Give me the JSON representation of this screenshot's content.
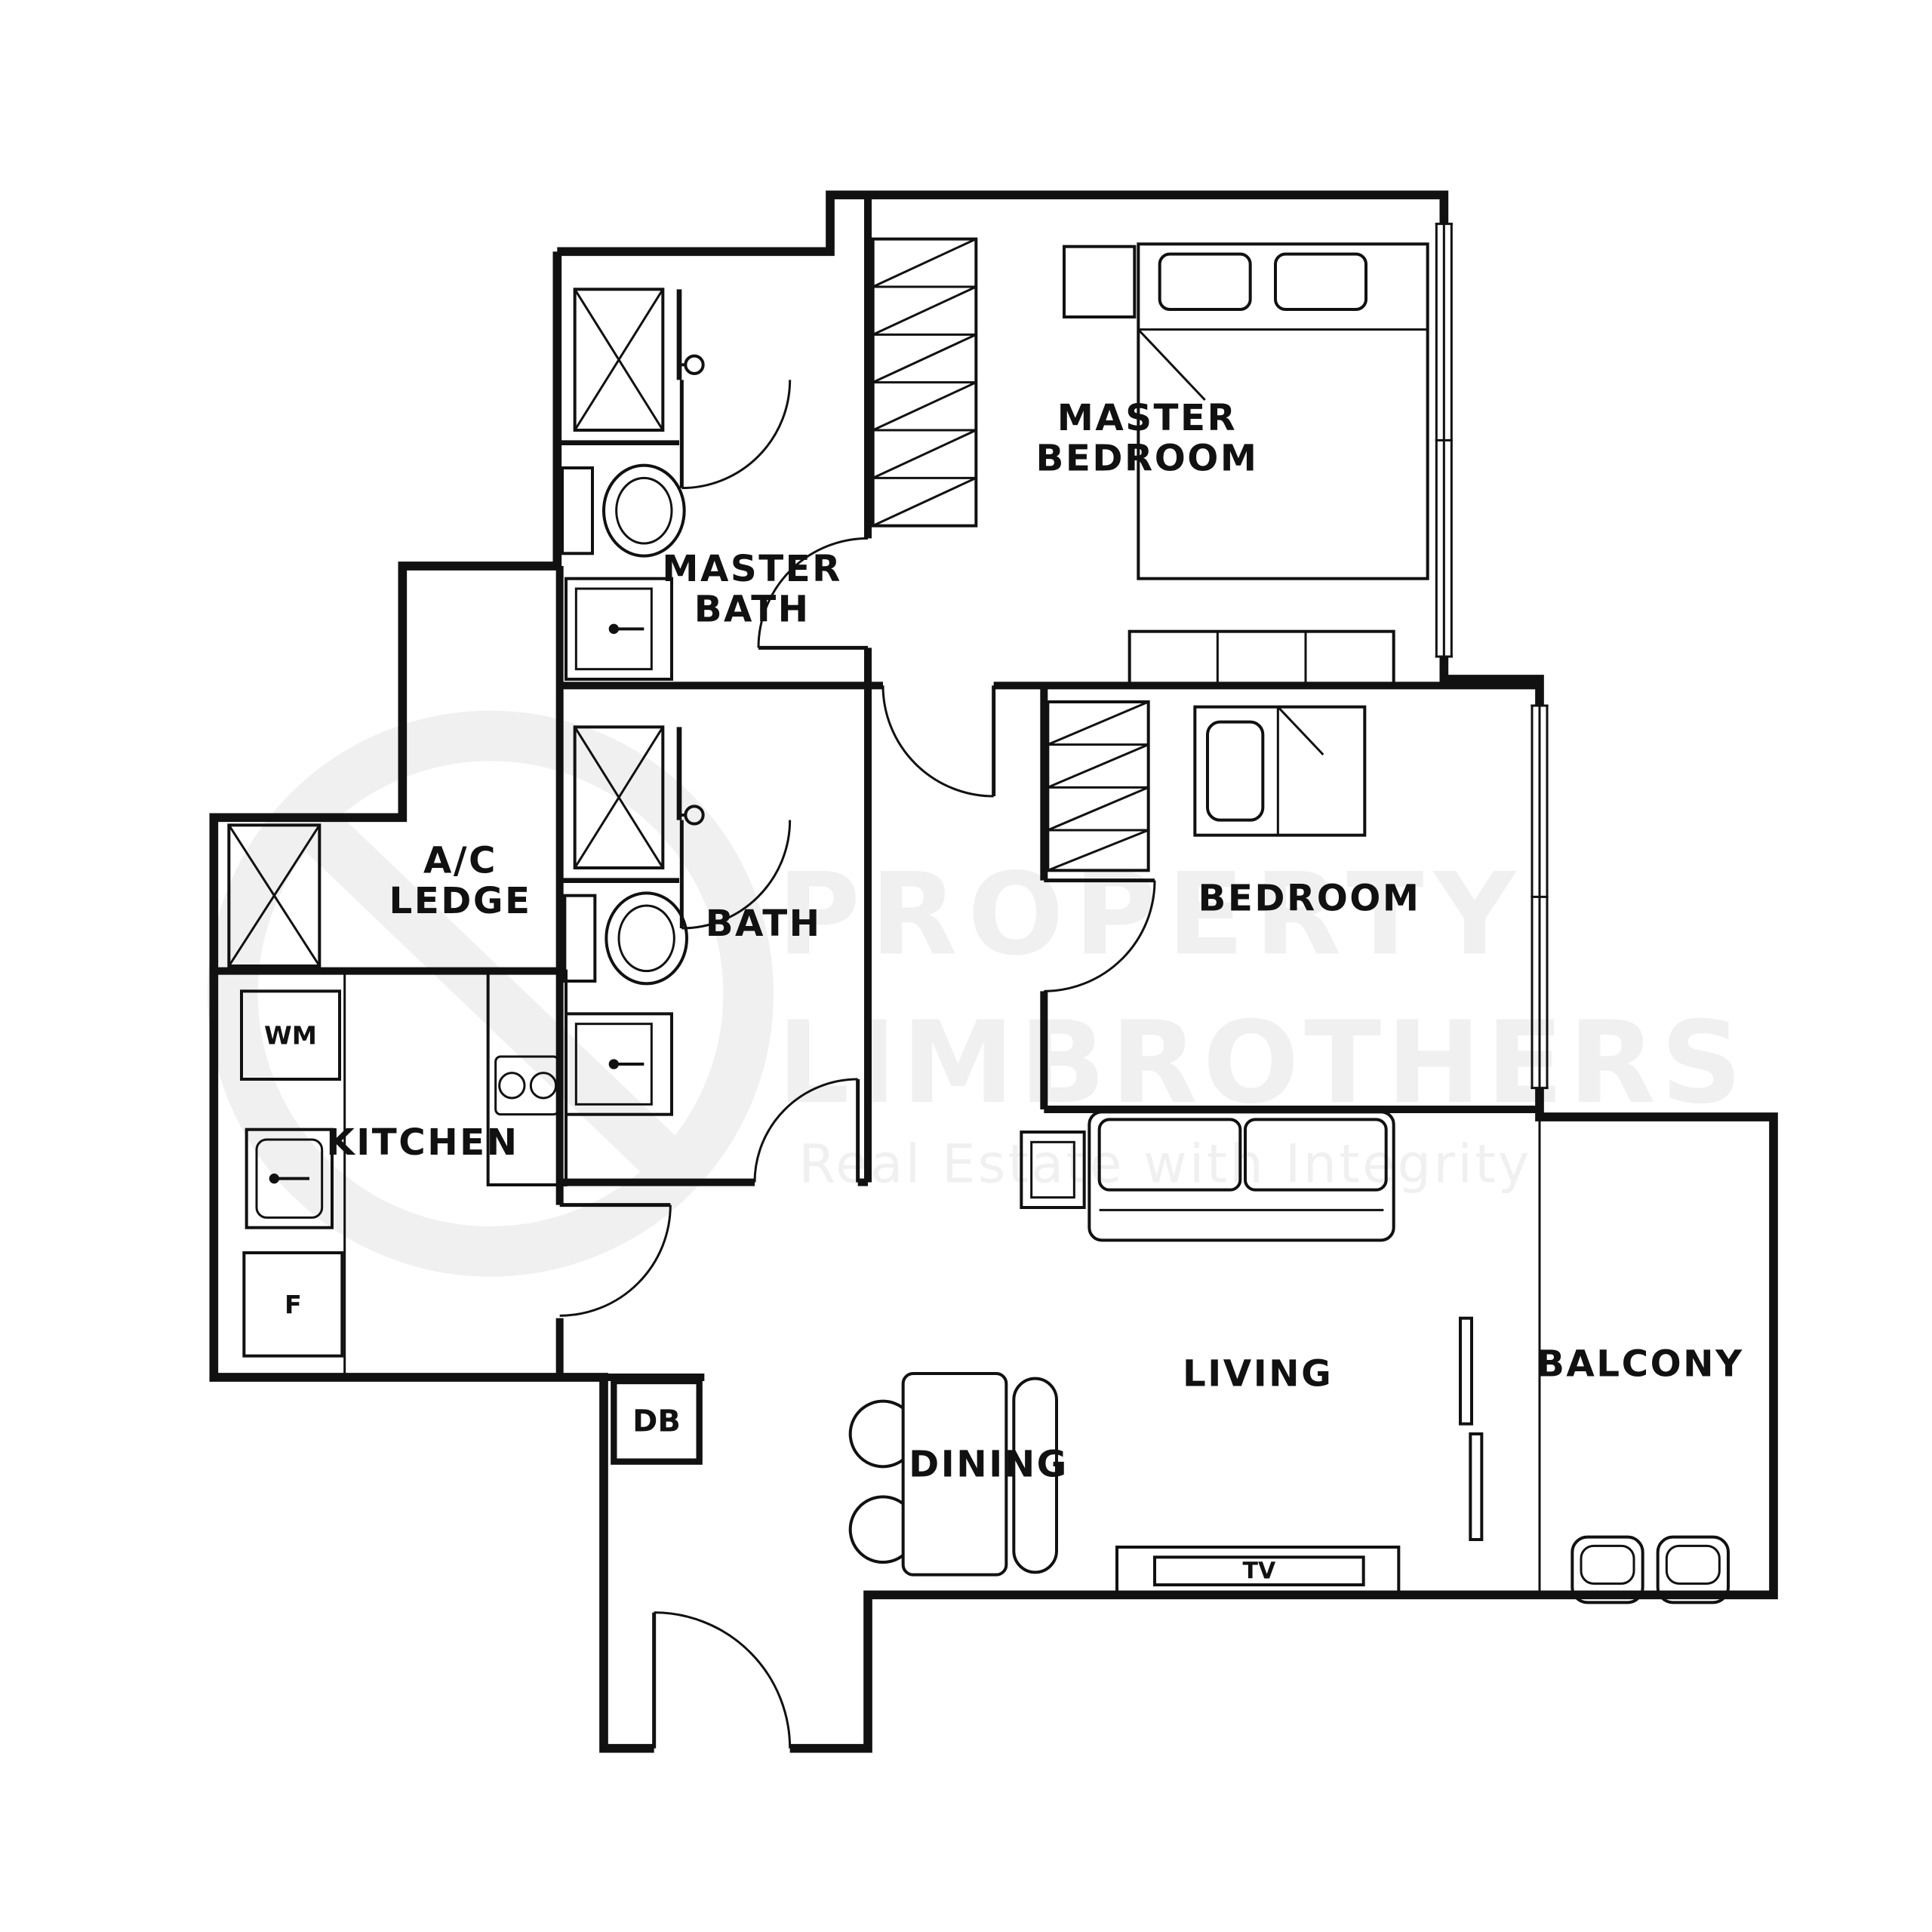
{
  "plan": {
    "rooms": {
      "master_bedroom": {
        "line1": "MASTER",
        "line2": "BEDROOM"
      },
      "master_bath": {
        "line1": "MASTER",
        "line2": "BATH"
      },
      "ac_ledge": {
        "line1": "A/C",
        "line2": "LEDGE"
      },
      "bath": {
        "label": "BATH"
      },
      "bedroom": {
        "label": "BEDROOM"
      },
      "kitchen": {
        "label": "KITCHEN"
      },
      "dining": {
        "label": "DINING"
      },
      "living": {
        "label": "LIVING"
      },
      "balcony": {
        "label": "BALCONY"
      }
    },
    "fixtures": {
      "washing_machine": "WM",
      "fridge": "F",
      "distribution_board": "DB",
      "tv": "TV"
    }
  },
  "watermark": {
    "line1": "PROPERTY",
    "line2": "LIMBROTHERS",
    "tagline": "Real Estate with Integrity"
  },
  "colors": {
    "wall": "#111111",
    "background": "#ffffff",
    "watermark": "#f0f0f0"
  }
}
